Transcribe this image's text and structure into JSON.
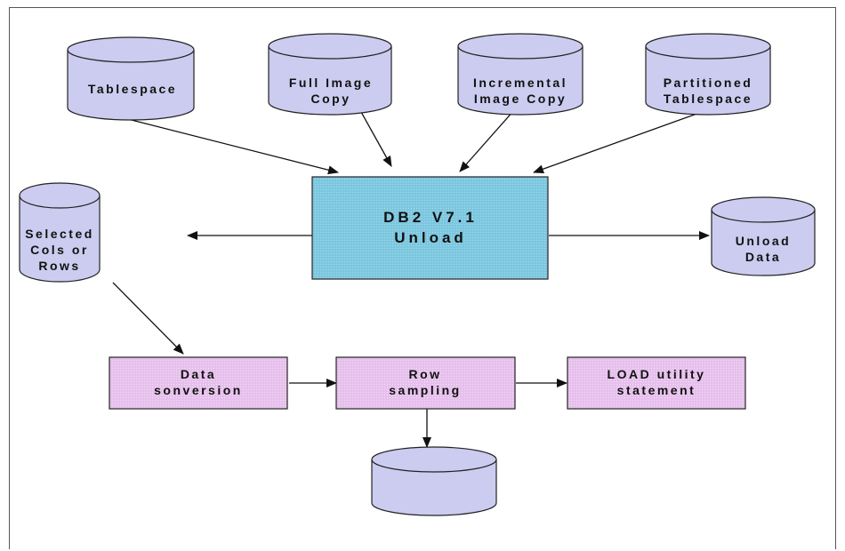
{
  "sources": {
    "tablespace": "Tablespace",
    "full_image_copy": [
      "Full Image",
      "Copy"
    ],
    "incremental_image_copy": [
      "Incremental",
      "Image Copy"
    ],
    "partitioned_tablespace": [
      "Partitioned",
      "Tablespace"
    ]
  },
  "unload": [
    "DB2 V7.1",
    "Unload"
  ],
  "outputs": {
    "selected": [
      "Selected",
      "Cols or",
      "Rows"
    ],
    "unload_data": [
      "Unload",
      "Data"
    ]
  },
  "steps": {
    "data_conversion": [
      "Data",
      "sonversion"
    ],
    "row_sampling": [
      "Row",
      "sampling"
    ],
    "load_statement": [
      "LOAD utility",
      "statement"
    ]
  },
  "colors": {
    "cylinder_fill": "#ccccf0",
    "unload_fill": "#79c5dd",
    "step_fill": "#e9c4ee",
    "stroke": "#222222"
  }
}
